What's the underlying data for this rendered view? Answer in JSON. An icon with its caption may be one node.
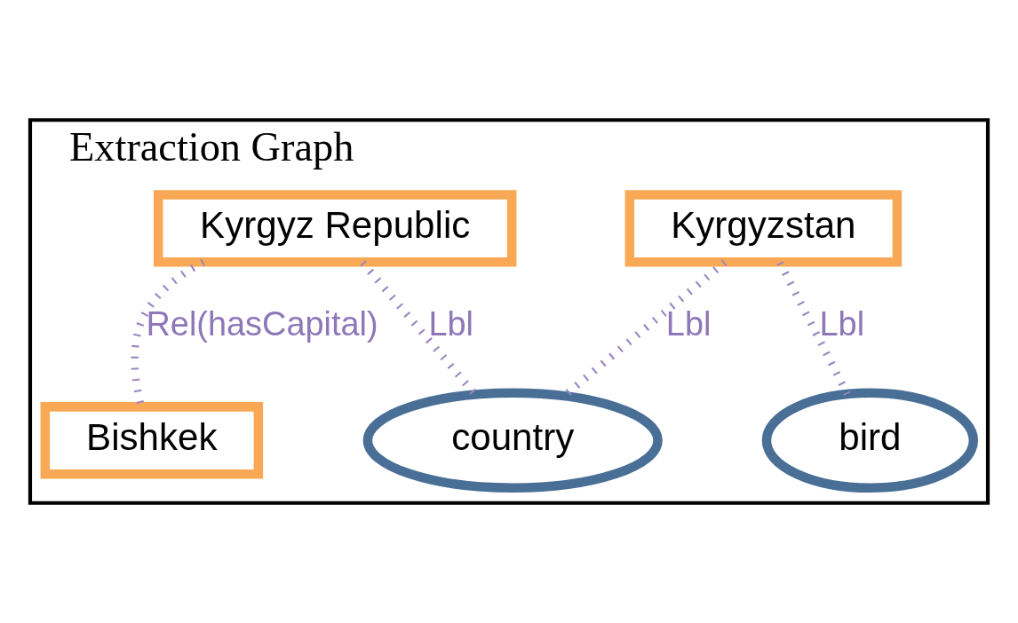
{
  "diagram": {
    "nodes": [
      {
        "text": [
          "Extraction Graph"
        ]
      },
      {
        "text": [
          "Kyrgyzstan"
        ],
        "in": 0
      },
      {
        "text": [
          "Kyrgyz Republic"
        ],
        "in": 0
      },
      {
        "text": [
          "country"
        ],
        "in": 0
      },
      {
        "text": [
          "bird"
        ],
        "in": 0
      },
      {
        "text": [
          "Bishkek"
        ],
        "in": 0
      }
    ],
    "edges": [
      {
        "from": 1,
        "to": 4,
        "arrow": "none",
        "label": "Lbl",
        "style": "dashed"
      },
      {
        "from": 1,
        "to": 3,
        "arrow": "none",
        "label": "Lbl",
        "style": "dashed"
      },
      {
        "from": 2,
        "to": 3,
        "arrow": "none",
        "label": "Lbl",
        "style": "dashed"
      },
      {
        "from": 2,
        "to": 5,
        "arrow": "none",
        "label": "Rel(hasCapital)",
        "style": "dashed"
      }
    ]
  }
}
